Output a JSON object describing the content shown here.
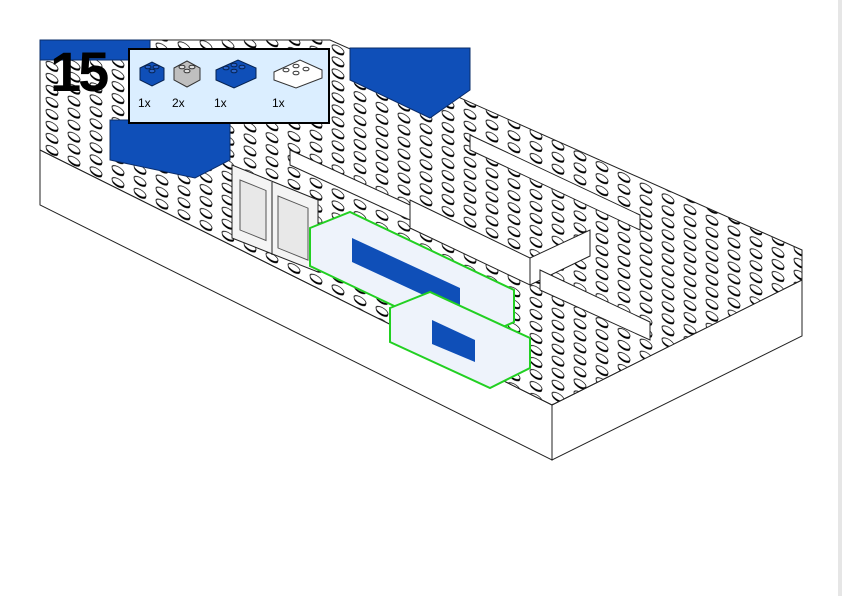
{
  "step": {
    "number": "15"
  },
  "parts_list": {
    "items": [
      {
        "qty": "1x",
        "icon": "brick-2x2-blue-icon",
        "color": "#0f4fb8"
      },
      {
        "qty": "2x",
        "icon": "brick-2x2-gray-icon",
        "color": "#bfbfbf"
      },
      {
        "qty": "1x",
        "icon": "brick-2x4-blue-icon",
        "color": "#0f4fb8"
      },
      {
        "qty": "1x",
        "icon": "brick-2x4-white-icon",
        "color": "#ffffff"
      }
    ]
  },
  "colors": {
    "blue": "#0f4fb8",
    "white": "#ffffff",
    "highlight": "#22d022",
    "panel": "#dbeeff"
  }
}
